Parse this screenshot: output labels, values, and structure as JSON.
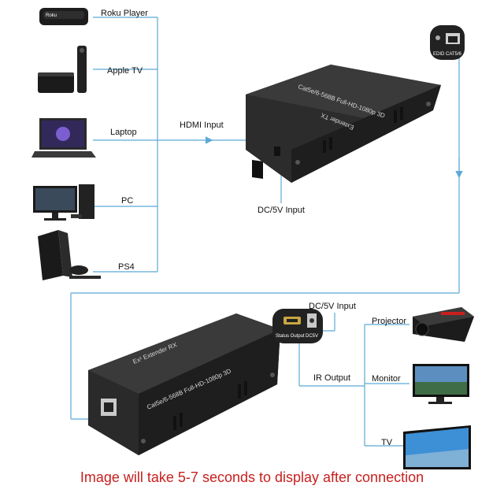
{
  "sources": [
    {
      "label": "Roku Player",
      "icon": "roku-player-icon"
    },
    {
      "label": "Apple TV",
      "icon": "apple-tv-icon"
    },
    {
      "label": "Laptop",
      "icon": "laptop-icon"
    },
    {
      "label": "PC",
      "icon": "pc-icon"
    },
    {
      "label": "PS4",
      "icon": "ps4-icon"
    }
  ],
  "connections": {
    "hdmi_input": "HDMI Input",
    "dc_input_tx": "DC/5V Input",
    "dc_input_rx": "DC/5V Input",
    "ir_output": "IR Output"
  },
  "transmitter": {
    "front_text": "Cat5e/6-568B  Full-HD-1080p 3D",
    "side_text": "Extender  TX",
    "port_edid": "EDID",
    "port_cat": "CAT5/6"
  },
  "receiver": {
    "top_text": "Ex¹  Extender  RX",
    "front_text": "Cat5e/6-568B  Full-HD-1080p 3D",
    "port_status": "Status Output",
    "port_dc": "DC5V"
  },
  "displays": [
    {
      "label": "Projector",
      "icon": "projector-icon"
    },
    {
      "label": "Monitor",
      "icon": "monitor-icon"
    },
    {
      "label": "TV",
      "icon": "tv-icon"
    }
  ],
  "footer": "Image will take 5-7 seconds to display after connection",
  "colors": {
    "line": "#5aa9d6",
    "device_body": "#2a2a2a",
    "footer_text": "#c8201e"
  }
}
